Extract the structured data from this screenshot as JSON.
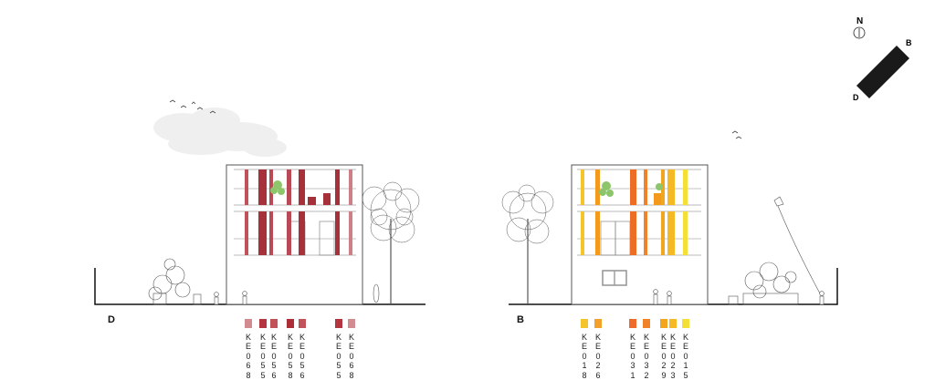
{
  "compass": {
    "north": "N",
    "corner_b": "B",
    "corner_d": "D"
  },
  "left_elevation": {
    "label": "D",
    "colors": {
      "dark": "#a7313a",
      "mid": "#b94a55",
      "light": "#cf7e86"
    },
    "legend": [
      {
        "code": "KE068",
        "color": "#d38b92"
      },
      {
        "code": "KE055",
        "color": "#b4353f"
      },
      {
        "code": "KE056",
        "color": "#c2525a"
      },
      {
        "code": "KE058",
        "color": "#ab2e38"
      },
      {
        "code": "KE056",
        "color": "#c2525a"
      },
      {
        "code": "KE055",
        "color": "#b4353f"
      },
      {
        "code": "KE068",
        "color": "#d38b92"
      }
    ]
  },
  "right_elevation": {
    "label": "B",
    "colors": {
      "yellow": "#f3cc2a",
      "orange": "#f39a1d",
      "deep": "#ee6d24"
    },
    "legend": [
      {
        "code": "KE018",
        "color": "#f4c52b"
      },
      {
        "code": "KE026",
        "color": "#f3a12a"
      },
      {
        "code": "KE031",
        "color": "#ee6b2b"
      },
      {
        "code": "KE032",
        "color": "#f0832a"
      },
      {
        "code": "KE029",
        "color": "#f2a51e"
      },
      {
        "code": "KE023",
        "color": "#f5b925"
      },
      {
        "code": "KE015",
        "color": "#f4df36"
      }
    ]
  }
}
